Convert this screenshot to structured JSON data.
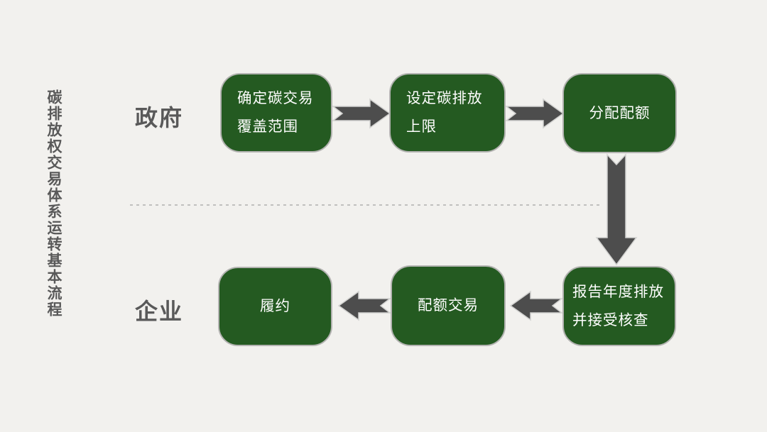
{
  "sidebar_title": {
    "text": "碳排放权交易体系运转基本流程"
  },
  "row_labels": {
    "government": "政府",
    "enterprise": "企业"
  },
  "government_row": {
    "steps": [
      {
        "id": "define-coverage",
        "line1": "确定碳交易",
        "line2": "覆盖范围"
      },
      {
        "id": "set-cap",
        "line1": "设定碳排放",
        "line2": "上限"
      },
      {
        "id": "allocate-quota",
        "line1": "分配配额"
      }
    ]
  },
  "enterprise_row": {
    "steps": [
      {
        "id": "report-verify",
        "line1": "报告年度排放",
        "line2": "并接受核查"
      },
      {
        "id": "quota-trading",
        "line1": "配额交易"
      },
      {
        "id": "fulfill",
        "line1": "履约"
      }
    ]
  },
  "colors": {
    "box_green": "#245a21",
    "box_border": "#b3b3b1",
    "arrow_gray": "#4d4d4d",
    "label_gray": "#595959",
    "background": "#f2f1ee",
    "divider_gray": "#b0b0ae",
    "box_text": "#ffffff"
  }
}
